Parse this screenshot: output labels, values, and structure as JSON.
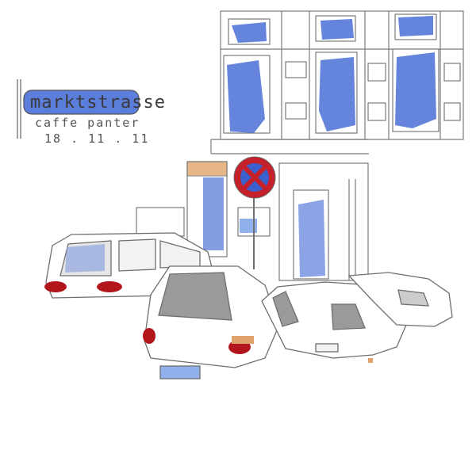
{
  "street_sign": {
    "text": "marktstrasse"
  },
  "caption": {
    "place": "caffe panter",
    "date": "18 . 11 . 11"
  },
  "colors": {
    "pencil": "#6e6e6e",
    "wash_blue": "#4a6fd6",
    "sign_red": "#c4212b",
    "tail_light": "#b3151c",
    "tan": "#e0a36b"
  },
  "icons": {
    "no_stopping_sign": "no-stopping-sign-icon"
  }
}
